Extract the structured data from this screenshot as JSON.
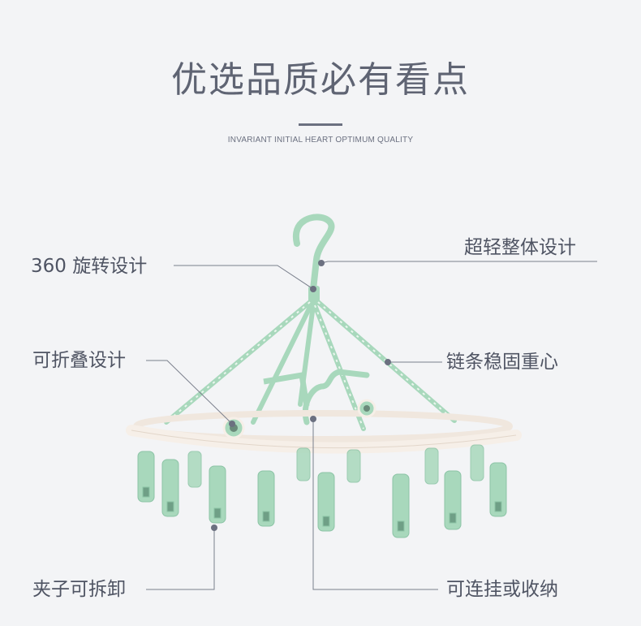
{
  "header": {
    "title": "优选品质必有看点",
    "subtitle": "INVARIANT INITIAL HEART OPTIMUM QUALITY"
  },
  "callouts": {
    "rotate": "360 旋转设计",
    "light": "超轻整体设计",
    "fold": "可折叠设计",
    "chain": "链条稳固重心",
    "clips": "夹子可拆卸",
    "hang": "可连挂或收纳"
  },
  "colors": {
    "background": "#f3f4f6",
    "text": "#4f5463",
    "leader_line": "#7a7f8c",
    "hanger_green": "#a8d8bc",
    "ring_white": "#f4ede6"
  }
}
